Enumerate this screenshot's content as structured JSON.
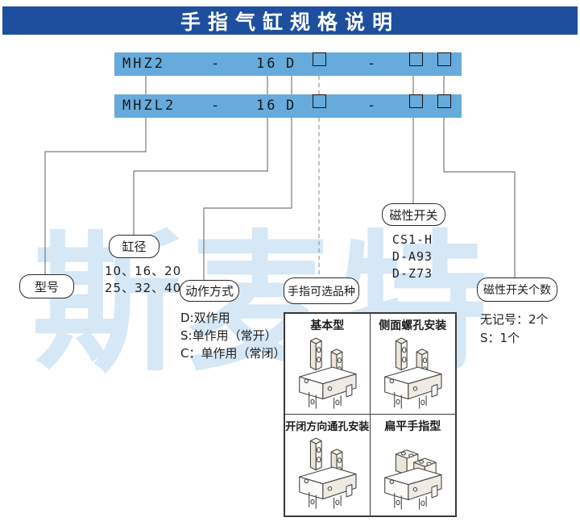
{
  "header": {
    "title": "手指气缸规格说明"
  },
  "model_bars": [
    {
      "model": "MHZ2",
      "separator1": "-",
      "bore_code": "16",
      "action_code": "D",
      "separator2": "-"
    },
    {
      "model": "MHZL2",
      "separator1": "-",
      "bore_code": "16",
      "action_code": "D",
      "separator2": "-"
    }
  ],
  "callouts": {
    "model": {
      "label": "型号"
    },
    "bore": {
      "label": "缸径",
      "values_line1": "10、16、20",
      "values_line2": "25、32、40"
    },
    "action": {
      "label": "动作方式",
      "options": [
        "D:双作用",
        "S:单作用（常开）",
        "C：单作用（常闭）"
      ]
    },
    "finger_variety": {
      "label": "手指可选品种"
    },
    "magnetic_switch": {
      "label": "磁性开关",
      "models": [
        "CS1-H",
        "D-A93",
        "D-Z73"
      ]
    },
    "switch_count": {
      "label": "磁性开关个数",
      "options": [
        "无记号：2个",
        "S：1个"
      ]
    }
  },
  "variety_grid": {
    "cells": [
      {
        "label": "基本型"
      },
      {
        "label": "侧面螺孔安装"
      },
      {
        "label": "开闭方向通孔安装"
      },
      {
        "label": "扁平手指型"
      }
    ]
  },
  "watermark": {
    "text": "斯麦特"
  },
  "colors": {
    "header_bg": "#1d4f9e",
    "bar_bg": "#66abdc",
    "line": "#7a7a7a",
    "line_dashed": "#9a9a9a",
    "watermark": "#d6e7f6"
  }
}
